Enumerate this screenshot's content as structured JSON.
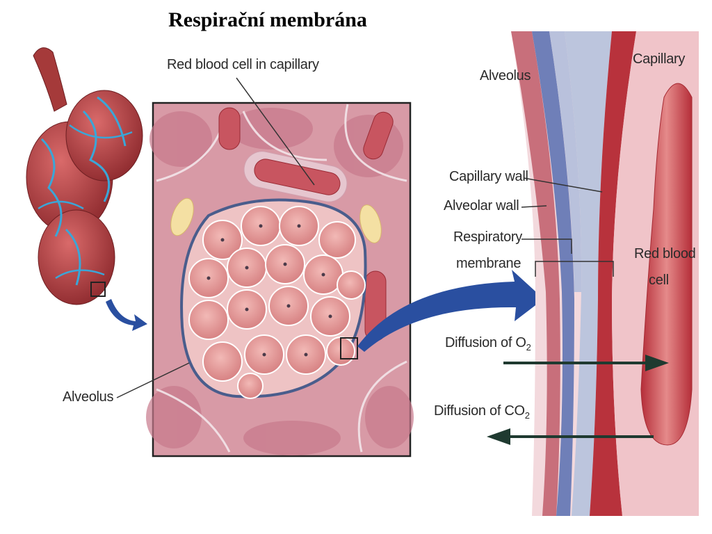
{
  "title": "Respirační membrána",
  "labels": {
    "rbc_in_capillary": "Red blood cell in capillary",
    "alveolus_left": "Alveolus",
    "alveolus_top": "Alveolus",
    "capillary": "Capillary",
    "capillary_wall": "Capillary wall",
    "alveolar_wall": "Alveolar wall",
    "respiratory_line1": "Respiratory",
    "respiratory_line2": "membrane",
    "red_blood_line1": "Red blood",
    "red_blood_line2": "cell",
    "diffusion_o2": "Diffusion of O",
    "o2_sub": "2",
    "diffusion_co2": "Diffusion of CO",
    "co2_sub": "2"
  },
  "colors": {
    "tissue": "#c65b6a",
    "capillary_red": "#b8323c",
    "vessel_blue": "#3aa6d8",
    "membrane_blue": "#6f7fb8",
    "arrow_blue": "#2a4fa0",
    "arrow_dark": "#1f3a30"
  }
}
